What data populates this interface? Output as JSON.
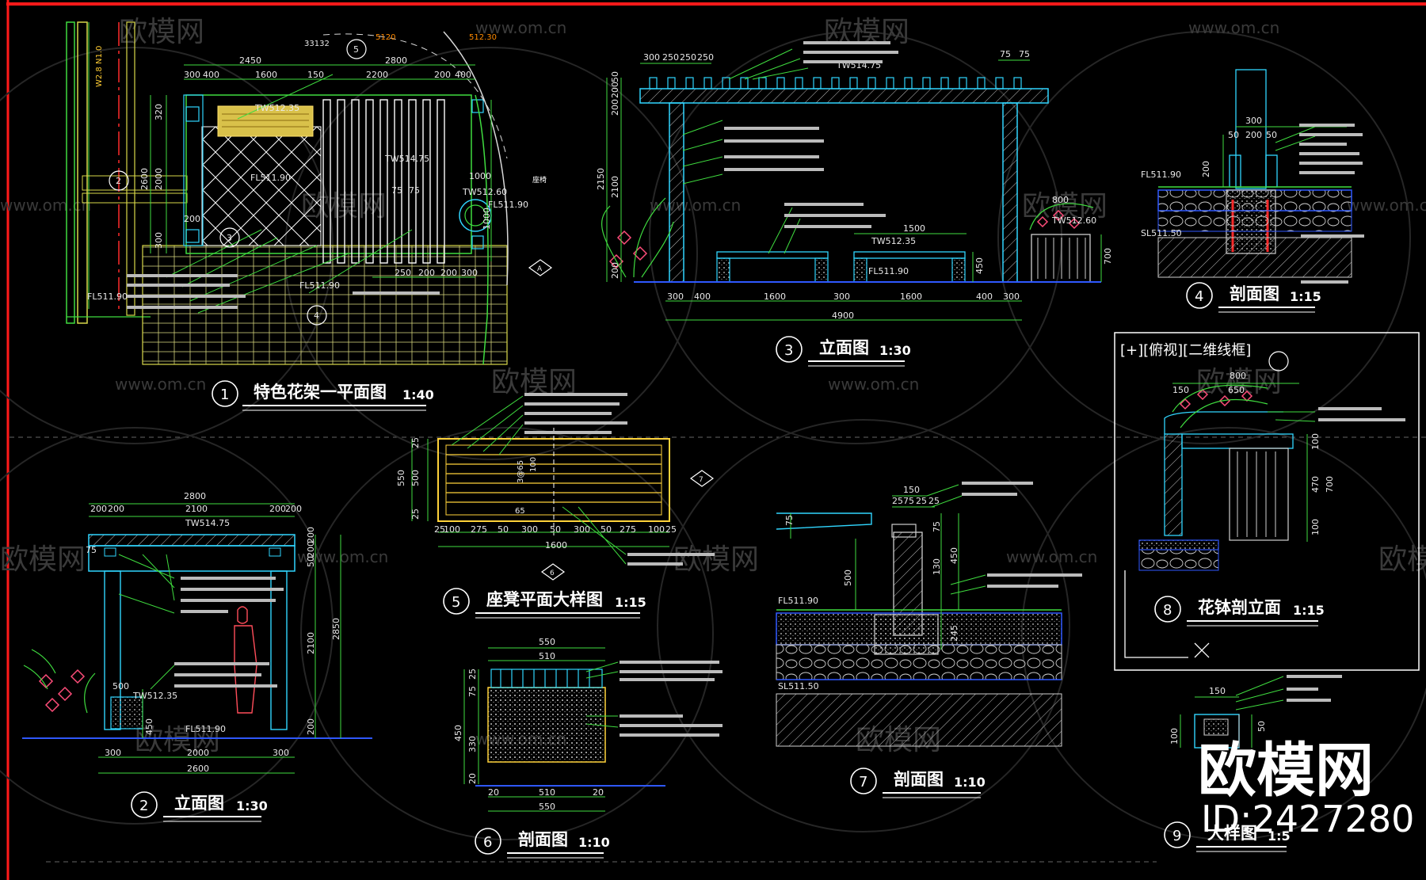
{
  "watermarks": {
    "cn": "欧模网",
    "url": "www.om.cn"
  },
  "brand": {
    "name": "欧模网",
    "id": "ID:2427280"
  },
  "viewport_label": "[+][俯视][二维线框]",
  "drawings": [
    {
      "num": "1",
      "title": "特色花架一平面图",
      "scale": "1:40"
    },
    {
      "num": "2",
      "title": "立面图",
      "scale": "1:30"
    },
    {
      "num": "3",
      "title": "立面图",
      "scale": "1:30"
    },
    {
      "num": "4",
      "title": "剖面图",
      "scale": "1:15"
    },
    {
      "num": "5",
      "title": "座凳平面大样图",
      "scale": "1:15"
    },
    {
      "num": "6",
      "title": "剖面图",
      "scale": "1:10"
    },
    {
      "num": "7",
      "title": "剖面图",
      "scale": "1:10"
    },
    {
      "num": "8",
      "title": "花钵剖立面",
      "scale": "1:15"
    },
    {
      "num": "9",
      "title": "大样图",
      "scale": "1:5"
    }
  ],
  "plan1": {
    "dims_top": [
      "2450",
      "2800"
    ],
    "dims_row": [
      "300",
      "400",
      "1600",
      "150",
      "2200",
      "200",
      "400"
    ],
    "dims_left": [
      "320",
      "2600",
      "2000",
      "200",
      "300"
    ],
    "dims_right": [
      "1000",
      "1000"
    ],
    "dims_bottom": [
      "250",
      "200",
      "200",
      "300"
    ],
    "levels": [
      "TW512.35",
      "FL511.90",
      "TW514.75",
      "TW512.60",
      "FL511.90",
      "FL511.90",
      "FL511.90"
    ],
    "marks": [
      "75",
      "75"
    ],
    "top_small": [
      "33132",
      "5120",
      "512.30"
    ],
    "side_note": "W2.8 N1.0",
    "note": "座椅"
  },
  "elev3": {
    "dims_top": [
      "300",
      "250",
      "250",
      "250",
      "75",
      "75"
    ],
    "dims_left": [
      "200",
      "200",
      "50",
      "2150",
      "2100",
      "200"
    ],
    "dims_bottom": [
      "300",
      "400",
      "1600",
      "300",
      "1600",
      "400",
      "300"
    ],
    "total": "4900",
    "dim_1500": "1500",
    "dim_800": "800",
    "dim_450": "450",
    "dim_700": "700",
    "levels": [
      "TW514.75",
      "TW512.35",
      "FL511.90",
      "TW512.60"
    ]
  },
  "sec4": {
    "dims": [
      "300",
      "50",
      "200",
      "50",
      "200"
    ],
    "levels": [
      "FL511.90",
      "SL511.50"
    ]
  },
  "elev2": {
    "total_top": "2800",
    "dims_top": [
      "200",
      "200",
      "2100",
      "200",
      "200"
    ],
    "dims_right": [
      "200",
      "200",
      "50",
      "2100",
      "2850",
      "200"
    ],
    "dims_bottom": [
      "300",
      "2000",
      "300"
    ],
    "total_bottom": "2600",
    "levels": [
      "TW514.75",
      "TW512.35",
      "FL511.90"
    ],
    "dims_misc": [
      "75",
      "500",
      "450"
    ]
  },
  "plan5": {
    "dims_left": [
      "25",
      "550",
      "500",
      "25"
    ],
    "dims_bottom": [
      "25",
      "100",
      "275",
      "50",
      "300",
      "50",
      "300",
      "50",
      "275",
      "100",
      "25"
    ],
    "total": "1600",
    "inner": [
      "3@65",
      "100",
      "65"
    ]
  },
  "sec6": {
    "dims_top": [
      "550",
      "510"
    ],
    "dims_left": [
      "25",
      "75",
      "450",
      "330",
      "20"
    ],
    "dims_bottom": [
      "20",
      "510",
      "20"
    ],
    "total": "550"
  },
  "sec7": {
    "dims_top": [
      "150",
      "25",
      "75",
      "25",
      "25"
    ],
    "dims_right": [
      "75",
      "130",
      "450",
      "245"
    ],
    "dims_left": [
      "75",
      "500"
    ],
    "levels": [
      "FL511.90",
      "SL511.50"
    ]
  },
  "sec8": {
    "dims_top": [
      "800",
      "150",
      "650"
    ],
    "dims_right": [
      "100",
      "470",
      "700",
      "100"
    ]
  },
  "detail9": {
    "dims": [
      "150",
      "100",
      "50"
    ]
  }
}
